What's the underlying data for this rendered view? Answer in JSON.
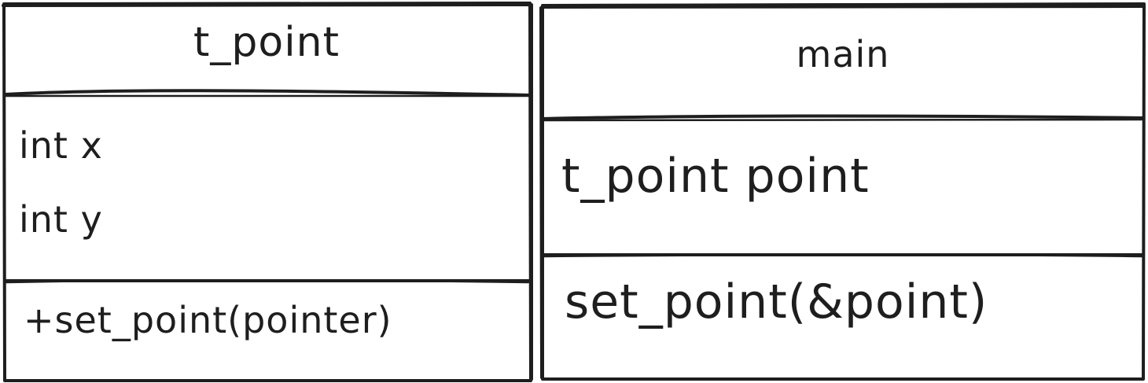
{
  "classes": [
    {
      "name": "t_point",
      "attributes": [
        "int x",
        "int y"
      ],
      "methods": [
        "+set_point(pointer)"
      ]
    },
    {
      "name": "main",
      "attributes": [
        "t_point point"
      ],
      "methods": [
        "set_point(&point)"
      ]
    }
  ],
  "colors": {
    "stroke": "#1e1e1e",
    "background": "#ffffff"
  }
}
